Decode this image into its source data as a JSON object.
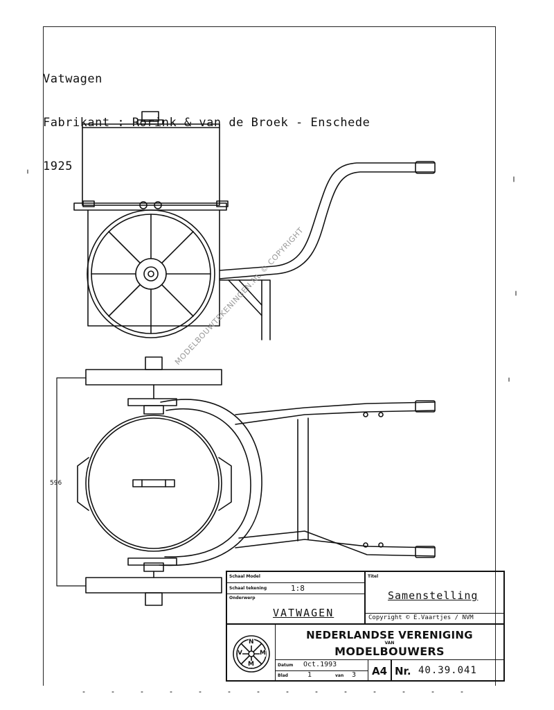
{
  "header": {
    "line1": "Vatwagen",
    "line2": "Fabrikant : Rorink & van de Broek - Enschede",
    "line3": "1925"
  },
  "watermark": "MODELBOUWTEKENINGEN.NL © COPYRIGHT",
  "dimension_label": "596",
  "title_block": {
    "schaal_model_label": "Schaal Model",
    "schaal_tekening_label": "Schaal tekening",
    "schaal_tekening_value": "1:8",
    "onderwerp_label": "Onderwerp",
    "onderwerp_value": "VATWAGEN",
    "titel_label": "Titel",
    "titel_value": "Samenstelling",
    "copyright": "Copyright © E.Vaartjes / NVM",
    "org_line1": "NEDERLANDSE VERENIGING",
    "org_line2": "VAN",
    "org_line3": "MODELBOUWERS",
    "datum_label": "Datum",
    "datum_value": "Oct.1993",
    "blad_label": "Blad",
    "blad_value": "1",
    "van_label": "van",
    "van_value": "3",
    "format": "A4",
    "nr_label": "Nr.",
    "nr_value": "40.39.041",
    "logo_letters": [
      "N",
      "V",
      "M",
      "M"
    ]
  }
}
